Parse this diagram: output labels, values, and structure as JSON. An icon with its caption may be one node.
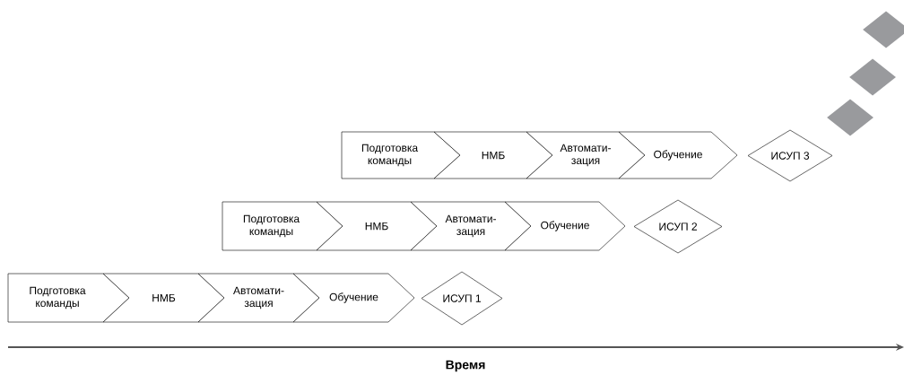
{
  "diagram": {
    "nodes": [
      {
        "text": [],
        "shape": "diamond"
      },
      {
        "text": [],
        "shape": "diamond"
      },
      {
        "text": [],
        "shape": "diamond"
      },
      {
        "text": [
          "Подготовка команды"
        ]
      },
      {
        "text": [
          "НМБ"
        ]
      },
      {
        "text": [
          "Автомати- зация"
        ]
      },
      {
        "text": [
          "Обучение"
        ]
      },
      {
        "text": [
          "ИСУП 3"
        ]
      },
      {
        "text": [
          "Подготовка команды"
        ]
      },
      {
        "text": [
          "НМБ"
        ]
      },
      {
        "text": [
          "Автомати- зация"
        ]
      },
      {
        "text": [
          "Обучение"
        ]
      },
      {
        "text": [
          "ИСУП 2"
        ]
      },
      {
        "text": [
          "Подготовка команды"
        ]
      },
      {
        "text": [
          "НМБ"
        ]
      },
      {
        "text": [
          "Автомати- зация"
        ]
      },
      {
        "text": [
          "Обучение"
        ]
      },
      {
        "text": [
          "ИСУП 1"
        ]
      }
    ],
    "labels": [
      "Время"
    ]
  }
}
